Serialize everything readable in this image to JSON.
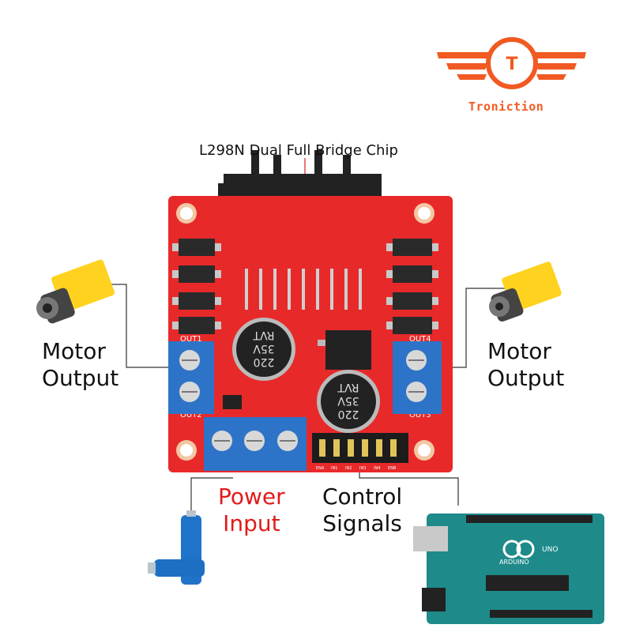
{
  "brand": {
    "name": "Troniction",
    "monogram": "T",
    "color": "#f15a22"
  },
  "labels": {
    "chip": "L298N Dual Full Bridge Chip",
    "motor_left": [
      "Motor",
      "Output"
    ],
    "motor_right": [
      "Motor",
      "Output"
    ],
    "power": [
      "Power",
      "Input"
    ],
    "control": [
      "Control",
      "Signals"
    ]
  },
  "board": {
    "color": "#e8292a",
    "silk": {
      "out1": "OUT1",
      "out2": "OUT2",
      "out3": "OUT3",
      "out4": "OUT4",
      "pins": [
        "ENA",
        "IN1",
        "IN2",
        "IN3",
        "IN4",
        "ENB"
      ],
      "cap_text": [
        "220",
        "35V",
        "RVT"
      ]
    }
  },
  "arduino": {
    "model": "UNO",
    "name": "ARDUINO",
    "color": "#1f8a8a"
  },
  "icons": [
    "motor-icon",
    "battery-icon",
    "arduino-board-icon",
    "troniction-logo-icon"
  ]
}
